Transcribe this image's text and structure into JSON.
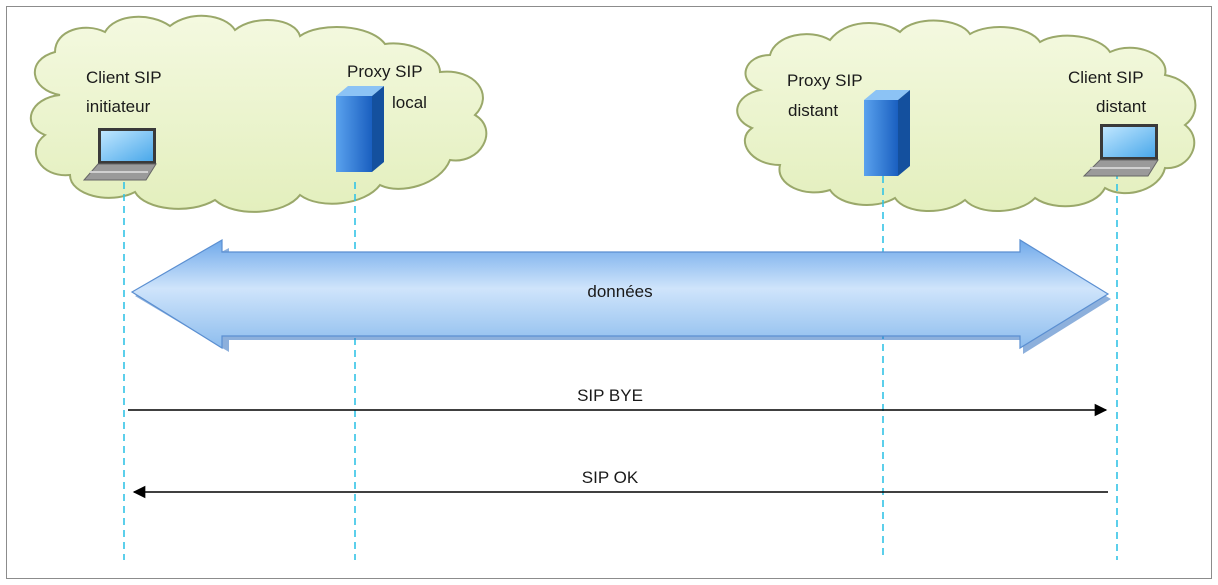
{
  "nodes": {
    "client_local": {
      "line1": "Client SIP",
      "line2": "initiateur",
      "icon": "laptop-icon"
    },
    "proxy_local": {
      "line1": "Proxy SIP",
      "line2": "local",
      "icon": "server-icon"
    },
    "proxy_remote": {
      "line1": "Proxy SIP",
      "line2": "distant",
      "icon": "server-icon"
    },
    "client_remote": {
      "line1": "Client SIP",
      "line2": "distant",
      "icon": "laptop-icon"
    }
  },
  "data_arrow": {
    "label": "données"
  },
  "messages": [
    {
      "label": "SIP BYE",
      "direction": "client_local_to_client_remote"
    },
    {
      "label": "SIP OK",
      "direction": "client_remote_to_client_local"
    }
  ],
  "colors": {
    "cloud_fill": "#e9f3c7",
    "cloud_stroke": "#8a9a5b",
    "lifeline": "#33c3e6",
    "arrow_fill": "#9cc9f0",
    "arrow_stroke": "#5b8fd1",
    "server_blue": "#1f6fd1"
  }
}
